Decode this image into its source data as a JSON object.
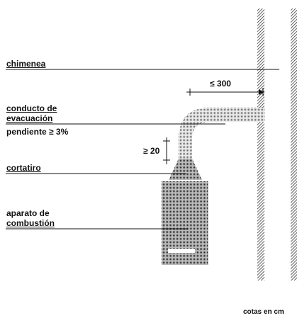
{
  "labels": {
    "chimenea": "chimenea",
    "conducto_line1": "conducto de",
    "conducto_line2": "evacuación",
    "pendiente": "pendiente ≥ 3%",
    "cortatiro": "cortatiro",
    "aparato_line1": "aparato de",
    "aparato_line2": "combustión"
  },
  "dimensions": {
    "horizontal": "≤ 300",
    "vertical": "≥ 20"
  },
  "note": "cotas en cm"
}
